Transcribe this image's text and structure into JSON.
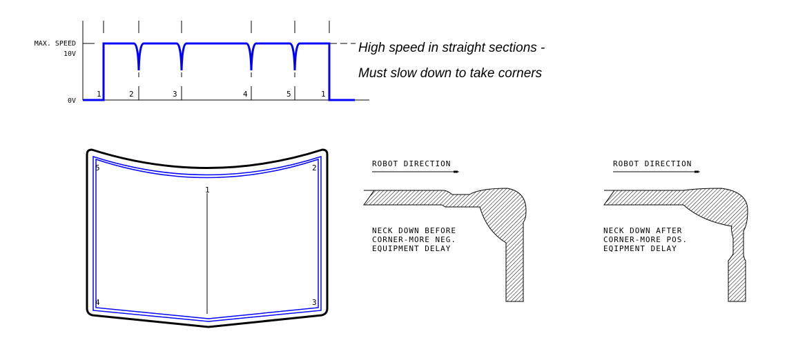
{
  "speed_chart": {
    "y_labels": {
      "max": "MAX. SPEED",
      "high": "10V",
      "low": "0V"
    },
    "segment_labels": [
      "1",
      "2",
      "3",
      "4",
      "5",
      "1"
    ],
    "line_color": "#0000ff"
  },
  "caption": {
    "line1": "High speed in straight sections -",
    "line2": "Must slow down to take corners"
  },
  "path_shape": {
    "corner_labels": [
      "5",
      "2",
      "1",
      "4",
      "3"
    ],
    "path_color": "#0000ff"
  },
  "neck_before": {
    "direction_label": "ROBOT DIRECTION",
    "note": [
      "NECK DOWN BEFORE",
      "CORNER-MORE NEG.",
      "EQUIPMENT DELAY"
    ]
  },
  "neck_after": {
    "direction_label": "ROBOT DIRECTION",
    "note": [
      "NECK DOWN AFTER",
      "CORNER-MORE POS.",
      "EQIPMENT DELAY"
    ]
  }
}
